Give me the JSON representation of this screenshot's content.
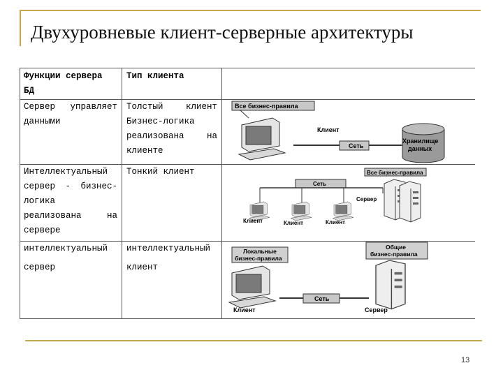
{
  "slide": {
    "title": "Двухуровневые клиент-серверные архитектуры",
    "page_number": "13"
  },
  "table": {
    "headers": {
      "col1": [
        "Функции сервера",
        "БД"
      ],
      "col2": "Тип клиента"
    },
    "rows": [
      {
        "col1": [
          [
            "Сервер",
            "управляет"
          ],
          [
            "данными"
          ]
        ],
        "col2": [
          [
            "Толстый",
            "клиент"
          ],
          [
            "Бизнес-логика"
          ],
          [
            "реализована",
            "на"
          ],
          [
            "клиенте"
          ]
        ]
      },
      {
        "col1": [
          [
            "Интеллектуальный"
          ],
          [
            "сервер",
            "-",
            "бизнес-"
          ],
          [
            "логика"
          ],
          [
            "реализована",
            "на"
          ],
          [
            "сервере"
          ]
        ],
        "col2": [
          [
            "Тонкий клиент"
          ]
        ]
      },
      {
        "col1": [
          [
            "интеллектуальный"
          ],
          [
            "сервер"
          ]
        ],
        "col2": [
          [
            "интеллектуальный"
          ],
          [
            "клиент"
          ]
        ]
      }
    ]
  },
  "diagrams": {
    "thick": {
      "business_rules": "Все бизнес-правила",
      "client": "Клиент",
      "network": "Сеть",
      "storage": [
        "Хранилище",
        "данных"
      ]
    },
    "thin": {
      "business_rules": "Все бизнес-правила",
      "network": "Сеть",
      "server": "Сервер",
      "clients": [
        "Клиент",
        "Клиент",
        "Клиент"
      ]
    },
    "smart": {
      "local_rules": [
        "Локальные",
        "бизнес-правила"
      ],
      "shared_rules": [
        "Общие",
        "бизнес-правила"
      ],
      "network": "Сеть",
      "client": "Клиент",
      "server": "Сервер"
    }
  }
}
